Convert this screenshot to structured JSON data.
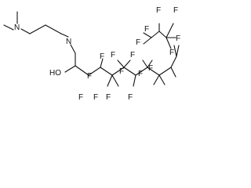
{
  "molecule": {
    "atoms": {
      "n1": "N",
      "n2": "N",
      "ho": "HO",
      "f1": "F",
      "f2": "F",
      "f3": "F",
      "f4": "F",
      "f5": "F",
      "f6": "F",
      "f7": "F",
      "f8": "F",
      "f9": "F",
      "f10": "F",
      "f11": "F",
      "f12": "F",
      "f13": "F",
      "f14": "F",
      "f15": "F",
      "f16": "F",
      "f17": "F"
    }
  }
}
